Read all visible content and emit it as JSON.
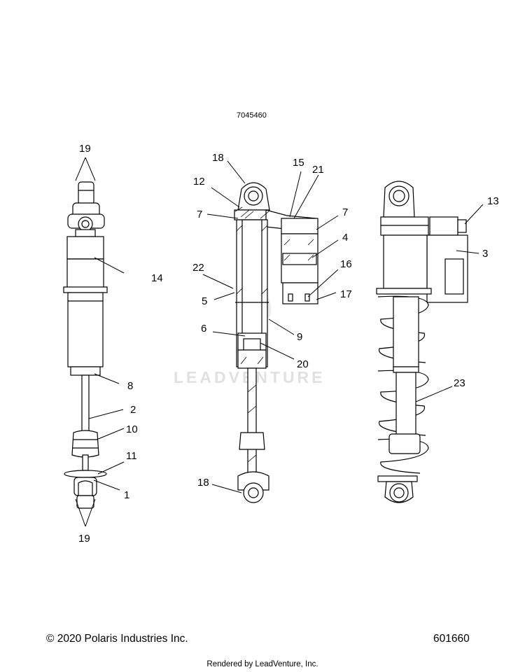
{
  "diagram_id": "7045460",
  "watermark": "LEADVENTURE",
  "callouts": {
    "c19_top": "19",
    "c14": "14",
    "c8": "8",
    "c2": "2",
    "c10": "10",
    "c11": "11",
    "c1": "1",
    "c19_bottom": "19",
    "c18_top": "18",
    "c15": "15",
    "c21": "21",
    "c12": "12",
    "c7_left": "7",
    "c7_right": "7",
    "c4": "4",
    "c22": "22",
    "c16": "16",
    "c5": "5",
    "c17": "17",
    "c6": "6",
    "c9": "9",
    "c20": "20",
    "c18_bottom": "18",
    "c13": "13",
    "c3": "3",
    "c23": "23"
  },
  "footer": {
    "copyright": "© 2020 Polaris Industries Inc.",
    "page_code": "601660",
    "rendered_by": "Rendered by LeadVenture, Inc."
  }
}
